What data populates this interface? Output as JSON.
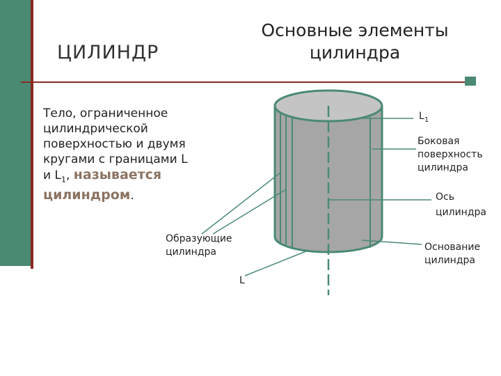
{
  "slide": {
    "title": "ЦИЛИНДР",
    "heading": {
      "line1": "Основные элементы",
      "line2": "цилиндра"
    }
  },
  "definition": {
    "line1": "Тело, ограниченное",
    "line2": "цилиндрической",
    "line3": "поверхностью и двумя",
    "line4": "кругами с границами L",
    "line5_prefix": "и L",
    "line5_sub": "1",
    "line5_comma": ", ",
    "strong_1": "называется",
    "strong_2": "цилиндром",
    "period": "."
  },
  "labels": {
    "l1_main": "L",
    "l1_sub": "1",
    "lateral_1": "Боковая",
    "lateral_2": "поверхность",
    "lateral_3": "цилиндра",
    "axis_1": "Ось",
    "axis_2": "цилиндра",
    "generators_1": "Образующие",
    "generators_2": "цилиндра",
    "base_1": "Основание",
    "base_2": "цилиндра",
    "l": "L"
  },
  "colors": {
    "cylinder_fill": "#a6a6a6",
    "cylinder_stroke": "#4a8a72",
    "accent_green": "#4a8a72",
    "accent_red": "#8a2a20",
    "emphasis_text": "#8b7362"
  }
}
